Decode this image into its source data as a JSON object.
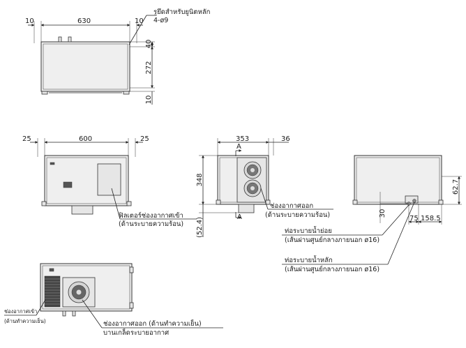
{
  "top_view": {
    "width_total": "630",
    "margin_left": "10",
    "margin_right": "10",
    "height_top": "40",
    "height_mid": "272",
    "height_bottom": "10",
    "mount_label": "รูยึดสำหรับยูนิตหลัก",
    "mount_spec": "4-ø9"
  },
  "front_view": {
    "margin_left": "25",
    "width": "600",
    "margin_right": "25",
    "filter_label": "ฟิลเตอร์ช่องอากาศเข้า",
    "filter_sub": "(ด้านระบายความร้อน)"
  },
  "side_view": {
    "width": "353",
    "offset": "36",
    "height": "348",
    "bottom": "(52.4)",
    "section_mark": "A",
    "outlet_label": "ช่องอากาศออก",
    "outlet_sub": "(ด้านระบายความร้อน)"
  },
  "right_view": {
    "height": "62.7",
    "offset_v": "30",
    "offset_h1": "75",
    "offset_h2": "158.5",
    "drain1_label": "ท่อระบายน้ำย่อย",
    "drain1_sub": "(เส้นผ่านศูนย์กลางภายนอก ø16)",
    "drain2_label": "ท่อระบายน้ำหลัก",
    "drain2_sub": "(เส้นผ่านศูนย์กลางภายนอก ø16)"
  },
  "bottom_view": {
    "inlet_label": "ช่องอากาศเข้า",
    "inlet_sub": "(ด้านทำความเย็น)",
    "outlet_label": "ช่องอากาศออก (ด้านทำความเย็น)",
    "louver_label": "บานเกล็ดระบายอากาศ"
  }
}
